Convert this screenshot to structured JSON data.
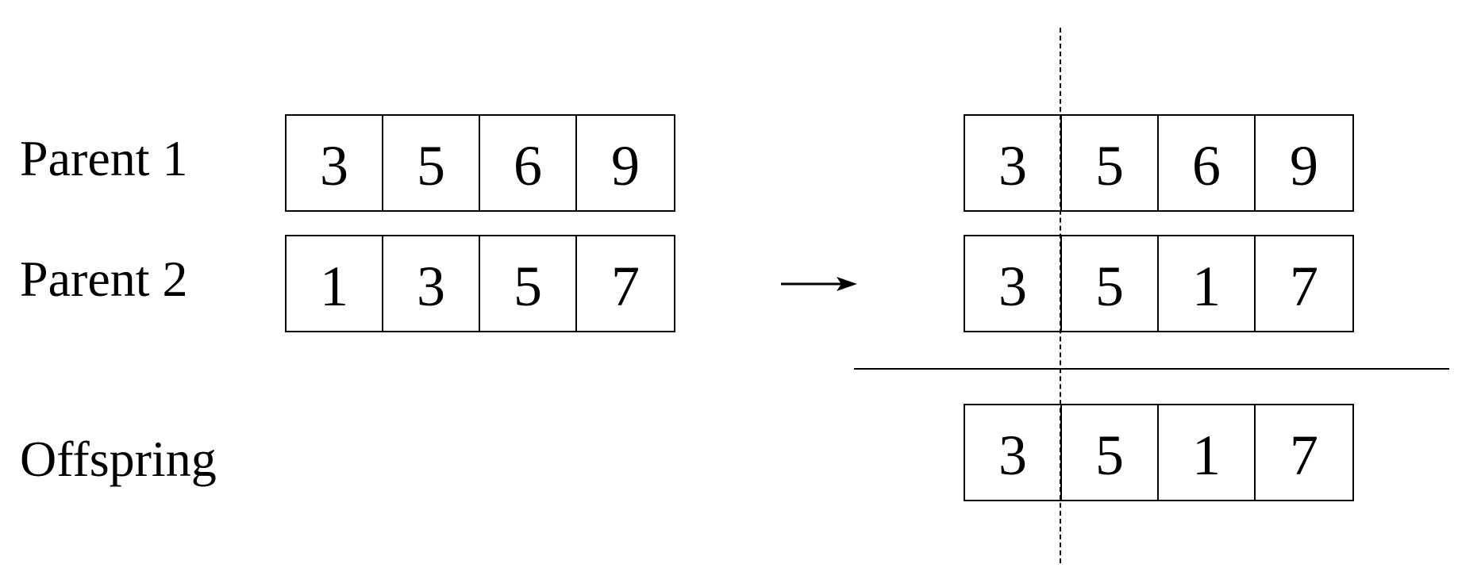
{
  "labels": {
    "parent1": "Parent 1",
    "parent2": "Parent 2",
    "offspring": "Offspring"
  },
  "left": {
    "parent1": [
      "3",
      "5",
      "6",
      "9"
    ],
    "parent2": [
      "1",
      "3",
      "5",
      "7"
    ]
  },
  "right": {
    "parent1": [
      "3",
      "5",
      "6",
      "9"
    ],
    "parent2": [
      "3",
      "5",
      "1",
      "7"
    ],
    "offspring": [
      "3",
      "5",
      "1",
      "7"
    ]
  }
}
